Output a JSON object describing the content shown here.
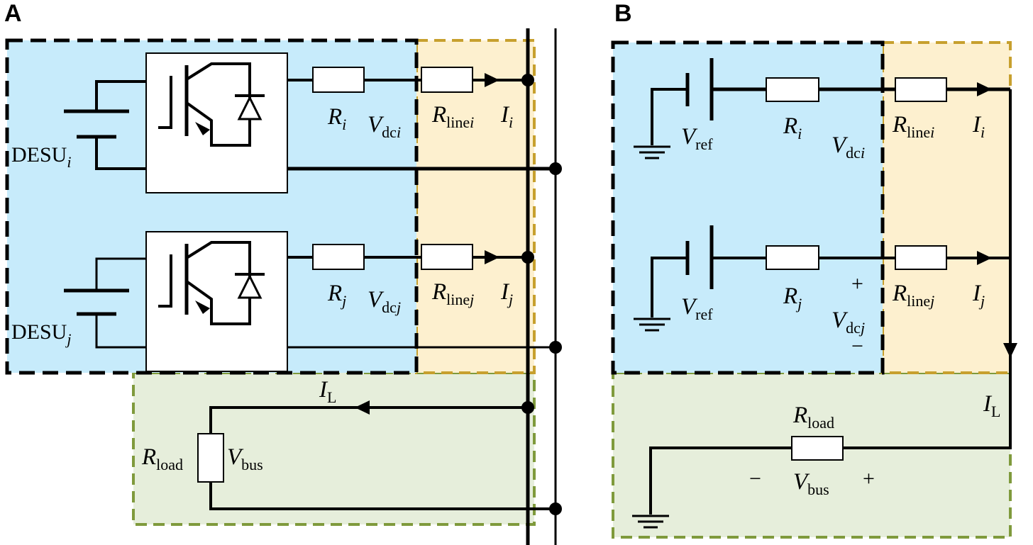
{
  "panels": {
    "a": {
      "letter": "A"
    },
    "b": {
      "letter": "B"
    }
  },
  "labels": {
    "desu": "DESU",
    "R": "R",
    "V": "V",
    "I": "I",
    "sub_i": "i",
    "sub_j": "j",
    "sub_line": "line",
    "sub_dc": "dc",
    "sub_load": "load",
    "sub_bus": "bus",
    "sub_ref": "ref",
    "sub_L": "L",
    "plus": "+",
    "minus": "−"
  },
  "colors": {
    "converter_region": "#c7ebfb",
    "line_region": "#fdf0cf",
    "load_region": "#e6eedb",
    "converter_border": "#000000",
    "line_border": "#c7a02e",
    "load_border": "#7f9a3c"
  }
}
